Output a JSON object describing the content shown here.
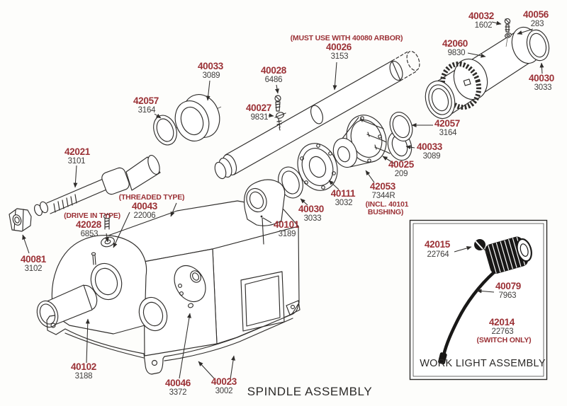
{
  "title": "SPINDLE ASSEMBLY",
  "colors": {
    "part_number": "#9b3136",
    "sub_number": "#3f3d3c",
    "line": "#2f2d2b"
  },
  "parts": {
    "n40032": {
      "num": "40032",
      "sub": "1602"
    },
    "n40056": {
      "num": "40056",
      "sub": "283"
    },
    "n42060": {
      "num": "42060",
      "sub": "9830"
    },
    "n40030_right": {
      "num": "40030",
      "sub": "3033"
    },
    "n40026": {
      "num": "40026",
      "sub": "3153",
      "note": "(MUST USE WITH 40080 ARBOR)"
    },
    "n40028": {
      "num": "40028",
      "sub": "6486"
    },
    "n40027": {
      "num": "40027",
      "sub": "9831"
    },
    "n40033_left": {
      "num": "40033",
      "sub": "3089"
    },
    "n42057_left": {
      "num": "42057",
      "sub": "3164"
    },
    "n42021": {
      "num": "42021",
      "sub": "3101"
    },
    "n40081": {
      "num": "40081",
      "sub": "3102"
    },
    "n42028": {
      "num": "42028",
      "sub": "6853",
      "note": "(DRIVE IN TYPE)"
    },
    "n40043": {
      "num": "40043",
      "sub": "22006",
      "note": "(THREADED TYPE)"
    },
    "n40101": {
      "num": "40101",
      "sub": "3189"
    },
    "n40030_mid": {
      "num": "40030",
      "sub": "3033"
    },
    "n40111": {
      "num": "40111",
      "sub": "3032"
    },
    "n42053": {
      "num": "42053",
      "sub": "7344R",
      "note_line1": "(INCL. 40101",
      "note_line2": "BUSHING)"
    },
    "n40025": {
      "num": "40025",
      "sub": "209"
    },
    "n40033_right": {
      "num": "40033",
      "sub": "3089"
    },
    "n42057_right": {
      "num": "42057",
      "sub": "3164"
    },
    "n40102": {
      "num": "40102",
      "sub": "3188"
    },
    "n40046": {
      "num": "40046",
      "sub": "3372"
    },
    "n40023": {
      "num": "40023",
      "sub": "3002"
    }
  },
  "inset": {
    "title": "WORK LIGHT ASSEMBLY",
    "parts": {
      "n42015": {
        "num": "42015",
        "sub": "22764"
      },
      "n40079": {
        "num": "40079",
        "sub": "7963"
      },
      "n42014": {
        "num": "42014",
        "sub": "22763",
        "note": "(SWITCH ONLY)"
      }
    }
  }
}
